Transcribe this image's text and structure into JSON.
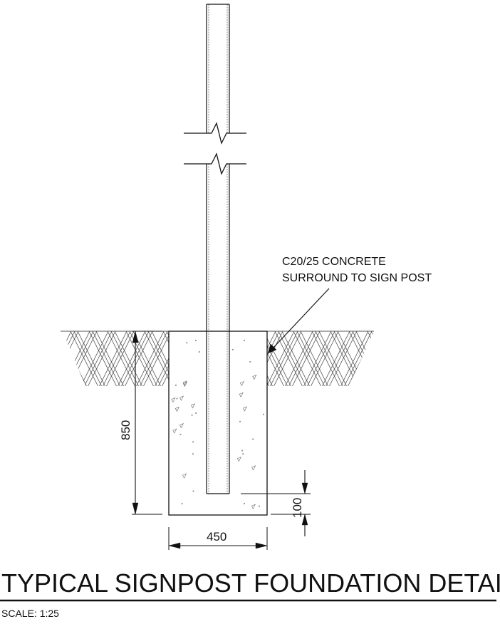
{
  "drawing": {
    "annotation": {
      "line1": "C20/25 CONCRETE",
      "line2": "SURROUND TO SIGN POST"
    },
    "dimensions": {
      "depth": "850",
      "width": "450",
      "base_cover": "100"
    },
    "title": "TYPICAL SIGNPOST FOUNDATION DETAIL",
    "scale": "SCALE: 1:25"
  },
  "colors": {
    "line": "#111111",
    "hatch": "#555555",
    "background": "#ffffff"
  }
}
